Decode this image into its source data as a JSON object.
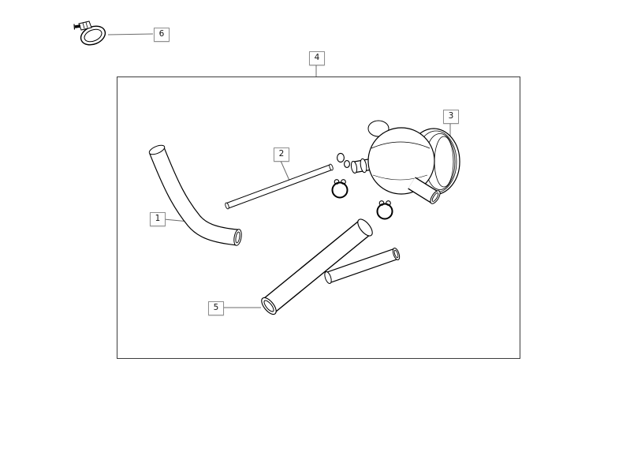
{
  "diagram": {
    "callouts": {
      "c1": {
        "label": "1"
      },
      "c2": {
        "label": "2"
      },
      "c3": {
        "label": "3"
      },
      "c4": {
        "label": "4"
      },
      "c5": {
        "label": "5"
      },
      "c6": {
        "label": "6"
      }
    },
    "colors": {
      "background": "#ffffff",
      "line": "#000000",
      "frame_border": "#3c3c3c",
      "callout_border": "#8f8f8f",
      "leader_line": "#6b6b6b"
    }
  }
}
